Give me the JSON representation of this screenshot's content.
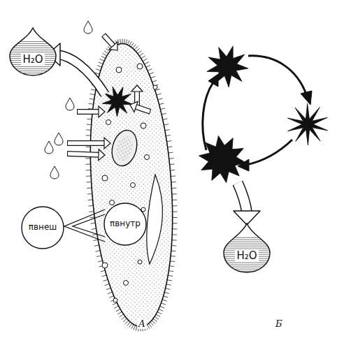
{
  "diagram": {
    "nodes": [
      {
        "text": [
          "H₂O"
        ]
      },
      {
        "text": [
          "πвнеш"
        ]
      },
      {
        "text": [
          "πвнутр"
        ]
      },
      {
        "text": [
          "H₂O"
        ]
      }
    ],
    "labels": [
      "А",
      "Б"
    ]
  }
}
